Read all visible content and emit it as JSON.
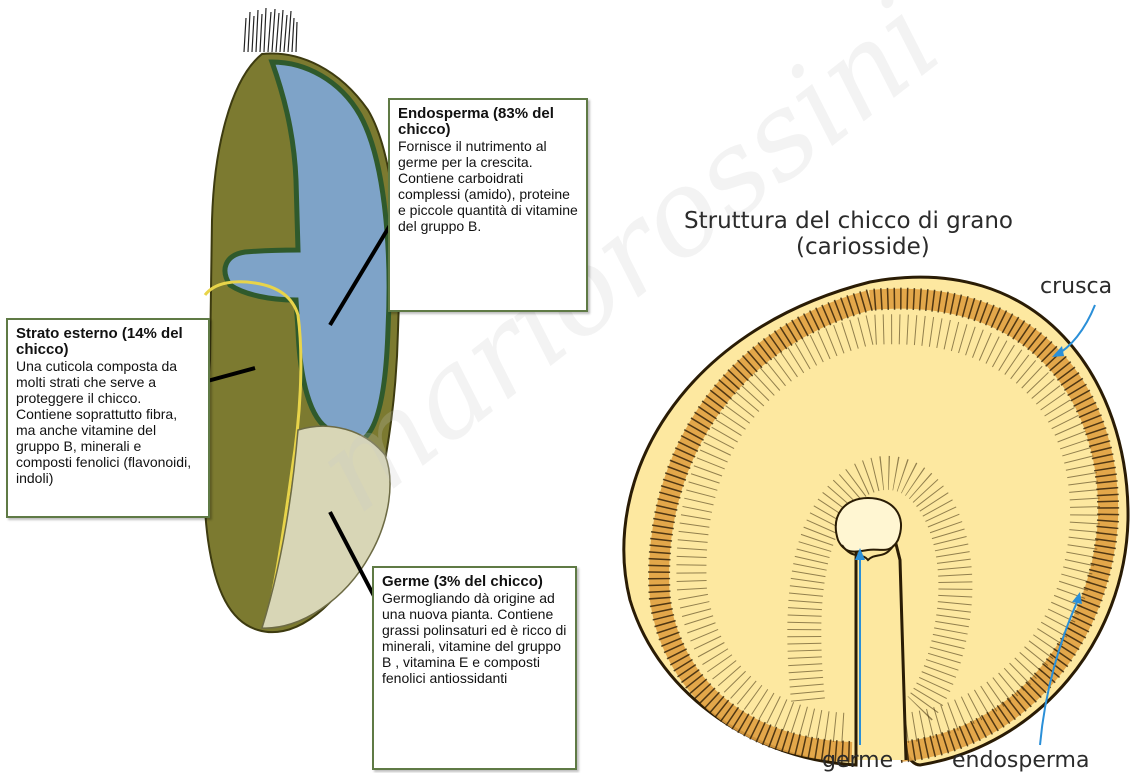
{
  "left_diagram": {
    "endosperma": {
      "title": "Endosperma (83% del chicco)",
      "body": "Fornisce il nutrimento al germe per la crescita. Contiene carboidrati complessi (amido), proteine e piccole quantità di vitamine del gruppo B."
    },
    "strato_esterno": {
      "title": "Strato esterno (14% del chicco)",
      "body": "Una cuticola composta da molti strati che serve a proteggere il chicco. Contiene soprattutto fibra, ma anche vitamine del gruppo B, minerali e composti fenolici (flavonoidi, indoli)"
    },
    "germe": {
      "title": "Germe (3% del chicco)",
      "body": "Germogliando dà origine ad una nuova pianta. Contiene grassi polinsaturi ed è ricco di minerali, vitamine del gruppo B , vitamina E e composti fenolici antiossidanti"
    }
  },
  "right_diagram": {
    "title_line1": "Struttura del chicco di grano",
    "title_line2": "(cariosside)",
    "labels": {
      "crusca": "crusca",
      "germe": "germe",
      "endosperma": "endosperma"
    }
  },
  "watermark": "mariorossini",
  "colors": {
    "bran_olive": "#7c7a30",
    "endosperm_blue": "#7ea3c8",
    "germ_beige": "#d8d6b6",
    "layer_green": "#2f5a2c",
    "grain_fill": "#fde8a0",
    "grain_outline": "#2a1c05",
    "pointer_blue": "#2a8fd8",
    "box_border": "#5f7a45"
  }
}
